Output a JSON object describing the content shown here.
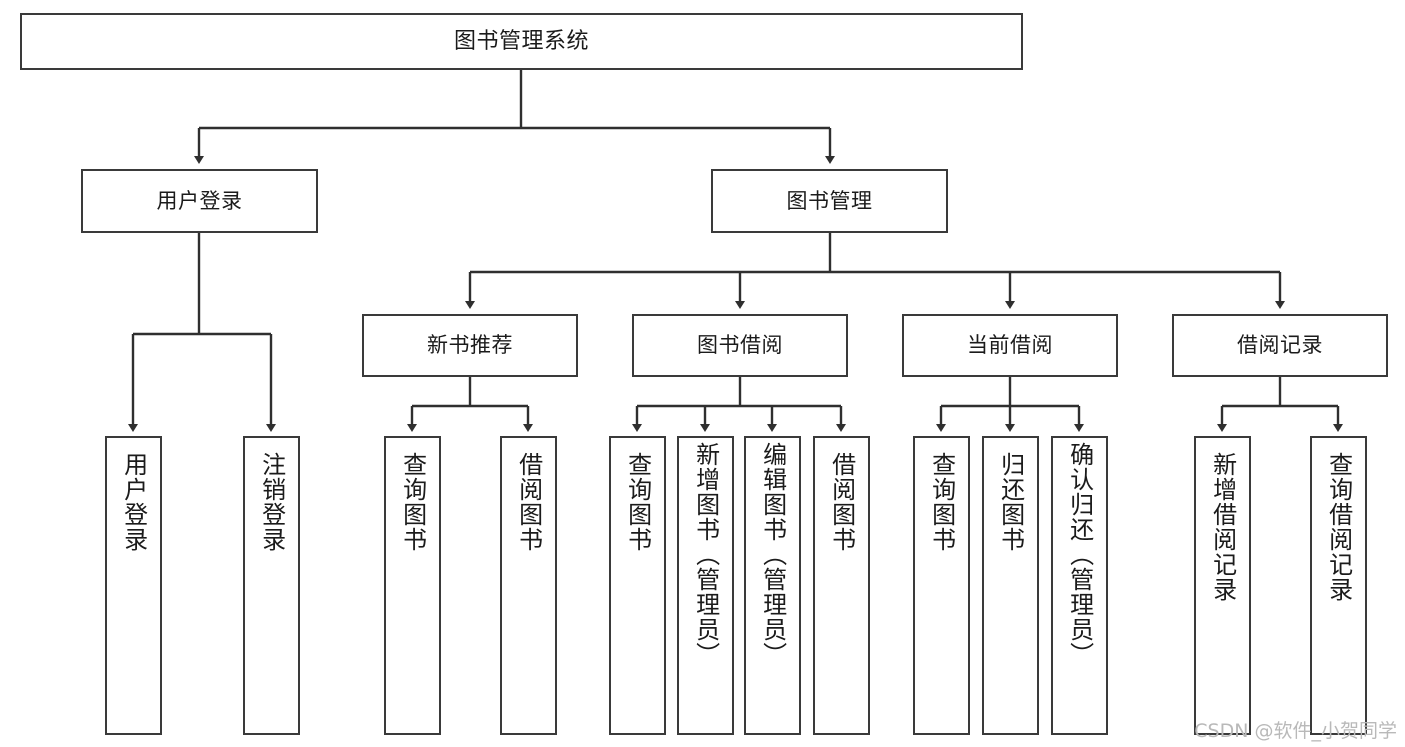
{
  "diagram": {
    "title": "图书管理系统",
    "type": "hierarchy-tree",
    "colors": {
      "box_border": "#3a3a3a",
      "box_fill": "#ffffff",
      "edge": "#2f2f2f",
      "text": "#1b1b1b",
      "watermark": "#b9b9b9"
    },
    "root": {
      "label": "图书管理系统"
    },
    "level2": [
      {
        "label": "用户登录"
      },
      {
        "label": "图书管理"
      }
    ],
    "level3": [
      {
        "label": "新书推荐"
      },
      {
        "label": "图书借阅"
      },
      {
        "label": "当前借阅"
      },
      {
        "label": "借阅记录"
      }
    ],
    "leaves": [
      {
        "label": "用户登录",
        "parent": "用户登录"
      },
      {
        "label": "注销登录",
        "parent": "用户登录"
      },
      {
        "label": "查询图书",
        "parent": "新书推荐"
      },
      {
        "label": "借阅图书",
        "parent": "新书推荐"
      },
      {
        "label": "查询图书",
        "parent": "图书借阅"
      },
      {
        "label": "新增图书（管理员）",
        "parent": "图书借阅"
      },
      {
        "label": "编辑图书（管理员）",
        "parent": "图书借阅"
      },
      {
        "label": "借阅图书",
        "parent": "图书借阅"
      },
      {
        "label": "查询图书",
        "parent": "当前借阅"
      },
      {
        "label": "归还图书",
        "parent": "当前借阅"
      },
      {
        "label": "确认归还（管理员）",
        "parent": "当前借阅"
      },
      {
        "label": "新增借阅记录",
        "parent": "借阅记录"
      },
      {
        "label": "查询借阅记录",
        "parent": "借阅记录"
      }
    ],
    "watermark": "CSDN @软件_小贺同学"
  }
}
